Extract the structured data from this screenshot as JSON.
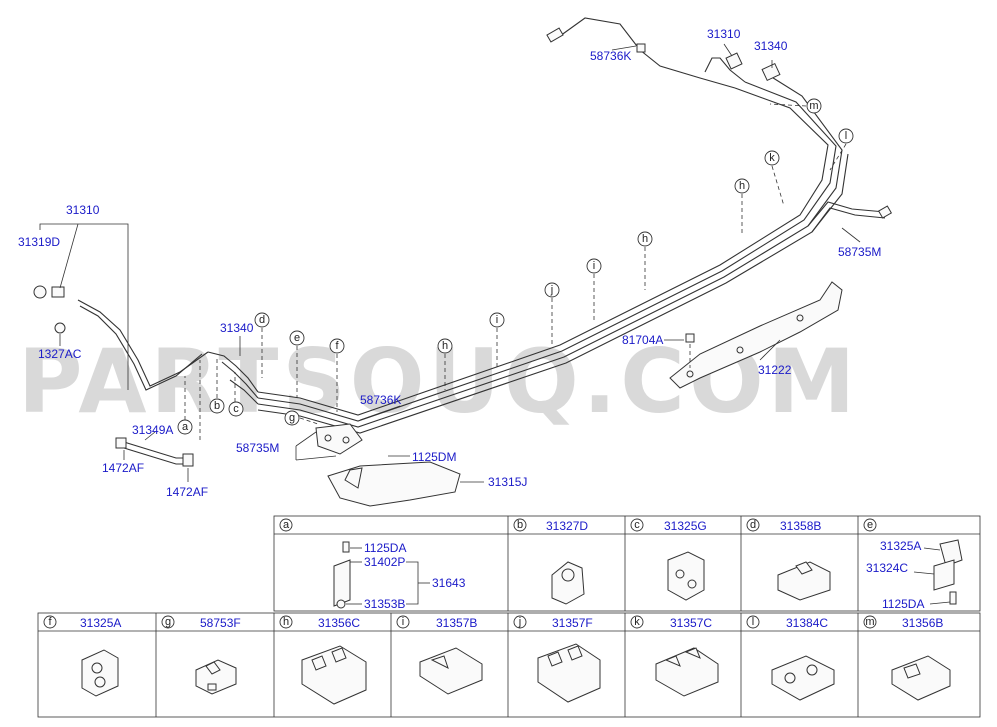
{
  "watermark": "PARTSOUQ.COM",
  "callouts": {
    "c_31310_top": "31310",
    "c_31340_top": "31340",
    "c_58736K_top": "58736K",
    "c_58735M_right": "58735M",
    "c_31222": "31222",
    "c_81704A": "81704A",
    "c_31310_left": "31310",
    "c_31319D": "31319D",
    "c_1327AC": "1327AC",
    "c_31340_mid": "31340",
    "c_31349A": "31349A",
    "c_1472AF_a": "1472AF",
    "c_1472AF_b": "1472AF",
    "c_58736K_mid": "58736K",
    "c_58735M_mid": "58735M",
    "c_1125DM": "1125DM",
    "c_31315J": "31315J"
  },
  "letters": {
    "a": "a",
    "b": "b",
    "c": "c",
    "d": "d",
    "e": "e",
    "f": "f",
    "g": "g",
    "h": "h",
    "i": "i",
    "j": "j",
    "k": "k",
    "l": "l",
    "m": "m"
  },
  "detail_table": {
    "row1": [
      {
        "letter": "a",
        "part": ""
      },
      {
        "letter": "b",
        "part": "31327D"
      },
      {
        "letter": "c",
        "part": "31325G"
      },
      {
        "letter": "d",
        "part": "31358B"
      },
      {
        "letter": "e",
        "part": ""
      }
    ],
    "row2": [
      {
        "letter": "f",
        "part": "31325A"
      },
      {
        "letter": "g",
        "part": "58753F"
      },
      {
        "letter": "h",
        "part": "31356C"
      },
      {
        "letter": "i",
        "part": "31357B"
      },
      {
        "letter": "j",
        "part": "31357F"
      },
      {
        "letter": "k",
        "part": "31357C"
      },
      {
        "letter": "l",
        "part": "31384C"
      },
      {
        "letter": "m",
        "part": "31356B"
      }
    ],
    "cell_a": {
      "p1": "1125DA",
      "p2": "31402P",
      "p3": "31353B",
      "p4": "31643"
    },
    "cell_e": {
      "p1": "31325A",
      "p2": "31324C",
      "p3": "1125DA"
    }
  }
}
